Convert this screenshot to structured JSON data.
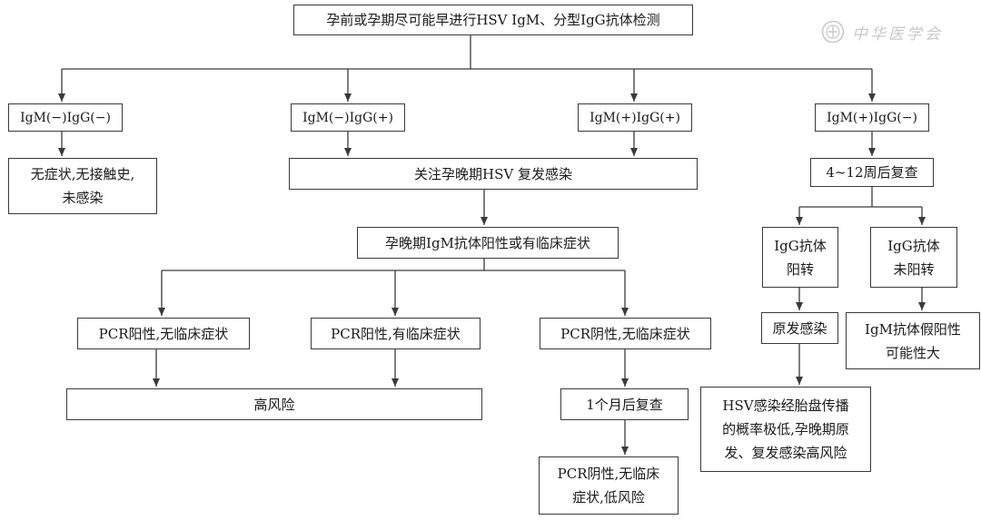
{
  "nodes": {
    "top": "孕前或孕期尽可能早进行HSV IgM、分型IgG抗体检测",
    "neg_neg": "IgM(−)IgG(−)",
    "neg_pos": "IgM(−)IgG(+)",
    "pos_pos": "IgM(+)IgG(+)",
    "pos_neg": "IgM(+)IgG(−)",
    "no_infection": "无症状,无接触史,\n未感染",
    "late_recurrence": "关注孕晚期HSV 复发感染",
    "recheck_4_12": "4~12周后复查",
    "late_igm": "孕晚期IgM抗体阳性或有临床症状",
    "igg_conv": "IgG抗体\n阳转",
    "igg_noconv": "IgG抗体\n未阳转",
    "pcr_pos_nosym": "PCR阳性,无临床症状",
    "pcr_pos_sym": "PCR阳性,有临床症状",
    "pcr_neg_nosym": "PCR阴性,无临床症状",
    "primary": "原发感染",
    "false_pos": "IgM抗体假阳性\n可能性大",
    "high_risk": "高风险",
    "recheck_1m": "1个月后复查",
    "placenta": "HSV感染经胎盘传播\n的概率极低,孕晚期原\n发、复发感染高风险",
    "low_risk": "PCR阴性,无临床\n症状,低风险"
  },
  "watermark": {
    "text": "中华医学会",
    "icon": "medical-association-seal-icon",
    "color": "#c9c9c9"
  },
  "colors": {
    "line": "#3a3a3a",
    "border": "#3a3a3a",
    "text": "#1a1a1a"
  }
}
